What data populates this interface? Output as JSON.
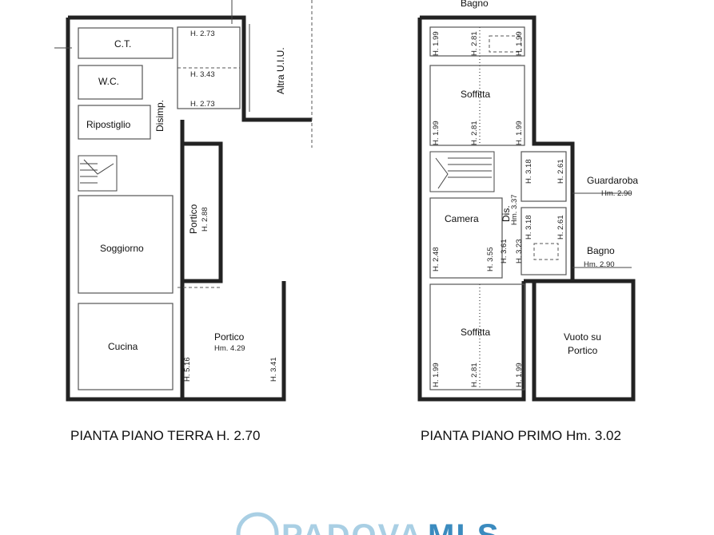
{
  "ground_floor": {
    "title": "PIANTA PIANO TERRA H. 2.70",
    "rooms": {
      "ct": "C.T.",
      "wc": "W.C.",
      "ripostiglio": "Ripostiglio",
      "disimp": "Disimp.",
      "soggiorno": "Soggiorno",
      "cucina": "Cucina",
      "altra": "Altra U.I.U.",
      "portico1": "Portico",
      "portico2": "Portico"
    },
    "heights": {
      "h273a": "H. 2.73",
      "h343": "H. 3.43",
      "h273b": "H. 2.73",
      "h288": "H. 2.88",
      "hm429": "Hm. 4.29",
      "h516": "H. 5.16",
      "h341": "H. 3.41"
    }
  },
  "first_floor": {
    "title": "PIANTA PIANO PRIMO Hm. 3.02",
    "rooms": {
      "bagno_top": "Bagno",
      "soffitta1": "Soffitta",
      "camera": "Camera",
      "dis": "Dis.",
      "guardaroba": "Guardaroba",
      "bagno2": "Bagno",
      "soffitta2": "Soffitta",
      "vuoto1": "Vuoto su",
      "vuoto2": "Portico"
    },
    "heights": {
      "t199a": "H. 1.99",
      "t281a": "H. 2.81",
      "t199b": "H. 1.99",
      "s199a": "H. 1.99",
      "s281": "H. 2.81",
      "s199b": "H. 1.99",
      "g318": "H. 3.18",
      "g261": "H. 2.61",
      "g290": "Hm. 2.90",
      "hm337": "Hm. 3.37",
      "b318": "H. 3.18",
      "b261": "H. 2.61",
      "b290": "Hm. 2.90",
      "c248": "H. 2.48",
      "c355": "H. 3.55",
      "c361": "H. 3.61",
      "c323": "H. 3.23",
      "l199a": "H. 1.99",
      "l281": "H. 2.81",
      "l199b": "H. 1.99"
    }
  },
  "watermark": {
    "part1": "PADOVA",
    "part2": "MLS"
  },
  "colors": {
    "wall": "#222222",
    "watermark_light": "#a9cfe4",
    "watermark_dark": "#3b8bbf"
  }
}
